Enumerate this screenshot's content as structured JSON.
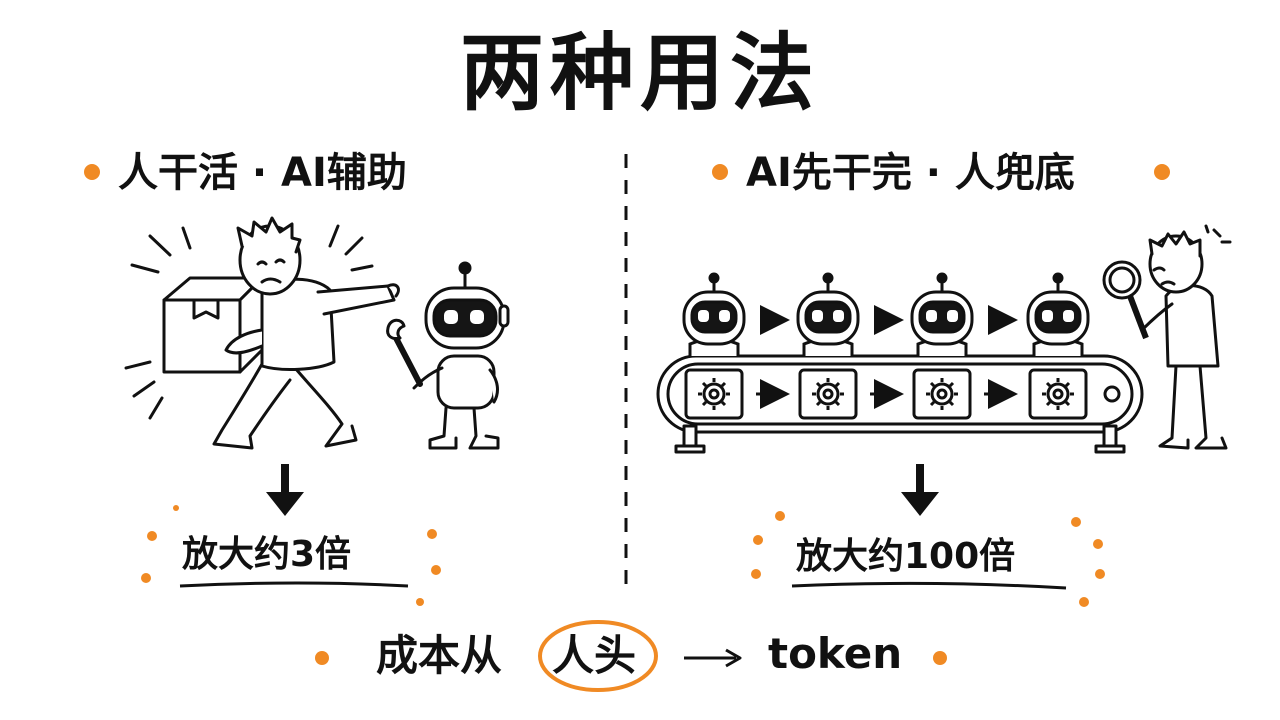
{
  "title": "两种用法",
  "left": {
    "subtitle": "人干活 · AI辅助",
    "result": "放大约3倍"
  },
  "right": {
    "subtitle": "AI先干完 · 人兜底",
    "result": "放大约100倍"
  },
  "bottom": {
    "prefix": "成本从",
    "circled": "人头",
    "suffix": "token"
  },
  "colors": {
    "accent": "#f08a24",
    "ink": "#111111",
    "robot_visor": "#151515",
    "eyes": "#ffffff"
  },
  "icons": {
    "bullet": "orange-dot",
    "down": "down-arrow",
    "right": "right-arrow",
    "gear": "gear-icon",
    "magnifier": "magnifying-glass-icon"
  }
}
